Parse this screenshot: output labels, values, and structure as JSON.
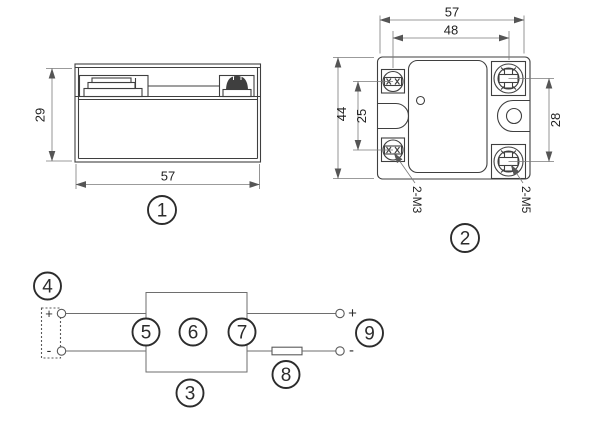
{
  "side_view": {
    "label": "1",
    "height_dim": "29",
    "width_dim": "57"
  },
  "top_view": {
    "label": "2",
    "outer_width_dim": "57",
    "screw_span_width_dim": "48",
    "outer_height_dim": "44",
    "left_screw_span_dim": "25",
    "right_screw_span_dim": "28",
    "input_screws_label": "2-M3",
    "output_screws_label": "2-M5"
  },
  "circuit": {
    "box_label": "3",
    "source_label": "4",
    "input_terminal_label": "5",
    "relay_label": "6",
    "output_terminal_label": "7",
    "resistor_label": "8",
    "output_label": "9",
    "source_plus": "+",
    "source_minus": "-",
    "output_plus": "+",
    "output_minus": "-"
  },
  "colors": {
    "line": "#3f3f3f",
    "thin": "#7a7a7a",
    "text": "#222222",
    "bg": "#ffffff",
    "screw": "#3f3f3f"
  }
}
